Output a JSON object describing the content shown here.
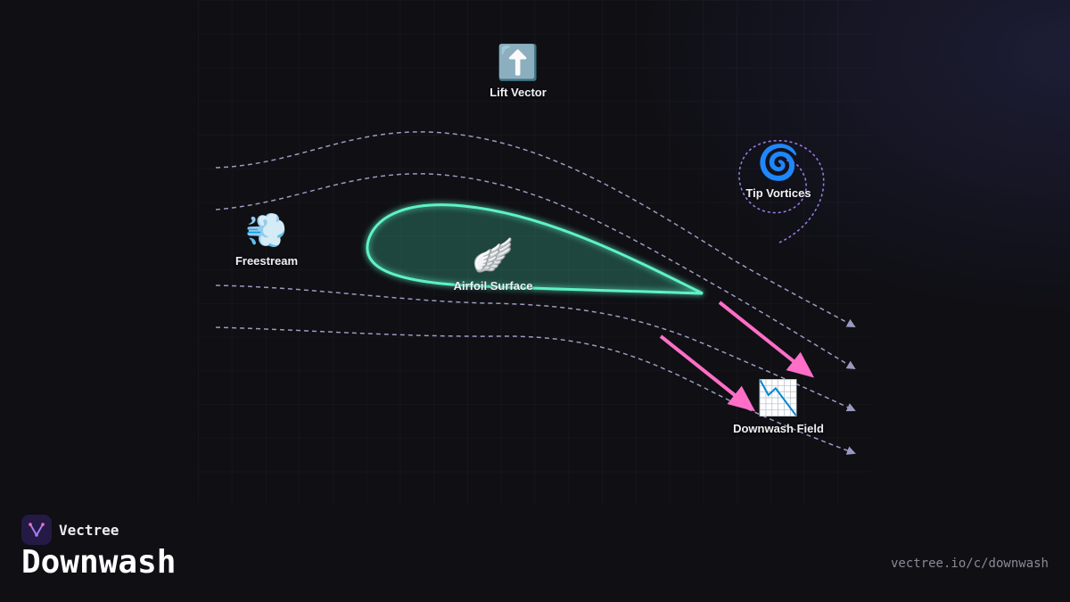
{
  "nodes": {
    "lift_vector": {
      "icon": "⬆️",
      "icon_name": "up-arrow-icon",
      "label": "Lift Vector"
    },
    "tip_vortices": {
      "icon": "🌀",
      "icon_name": "cyclone-icon",
      "label": "Tip Vortices"
    },
    "freestream": {
      "icon": "💨",
      "icon_name": "dashing-away-icon",
      "label": "Freestream"
    },
    "airfoil_surface": {
      "icon": "🪽",
      "icon_name": "wing-icon",
      "label": "Airfoil Surface"
    },
    "downwash_field": {
      "icon": "📉",
      "icon_name": "chart-decreasing-icon",
      "label": "Downwash Field"
    }
  },
  "colors": {
    "airfoil_stroke": "#5ef2c6",
    "downwash_arrow": "#ff6ec7",
    "streamline": "#9a9ac0",
    "vortex": "#a37cf0",
    "background": "#0f0f14"
  },
  "footer": {
    "brand": "Vectree",
    "title": "Downwash",
    "url": "vectree.io/c/downwash"
  }
}
